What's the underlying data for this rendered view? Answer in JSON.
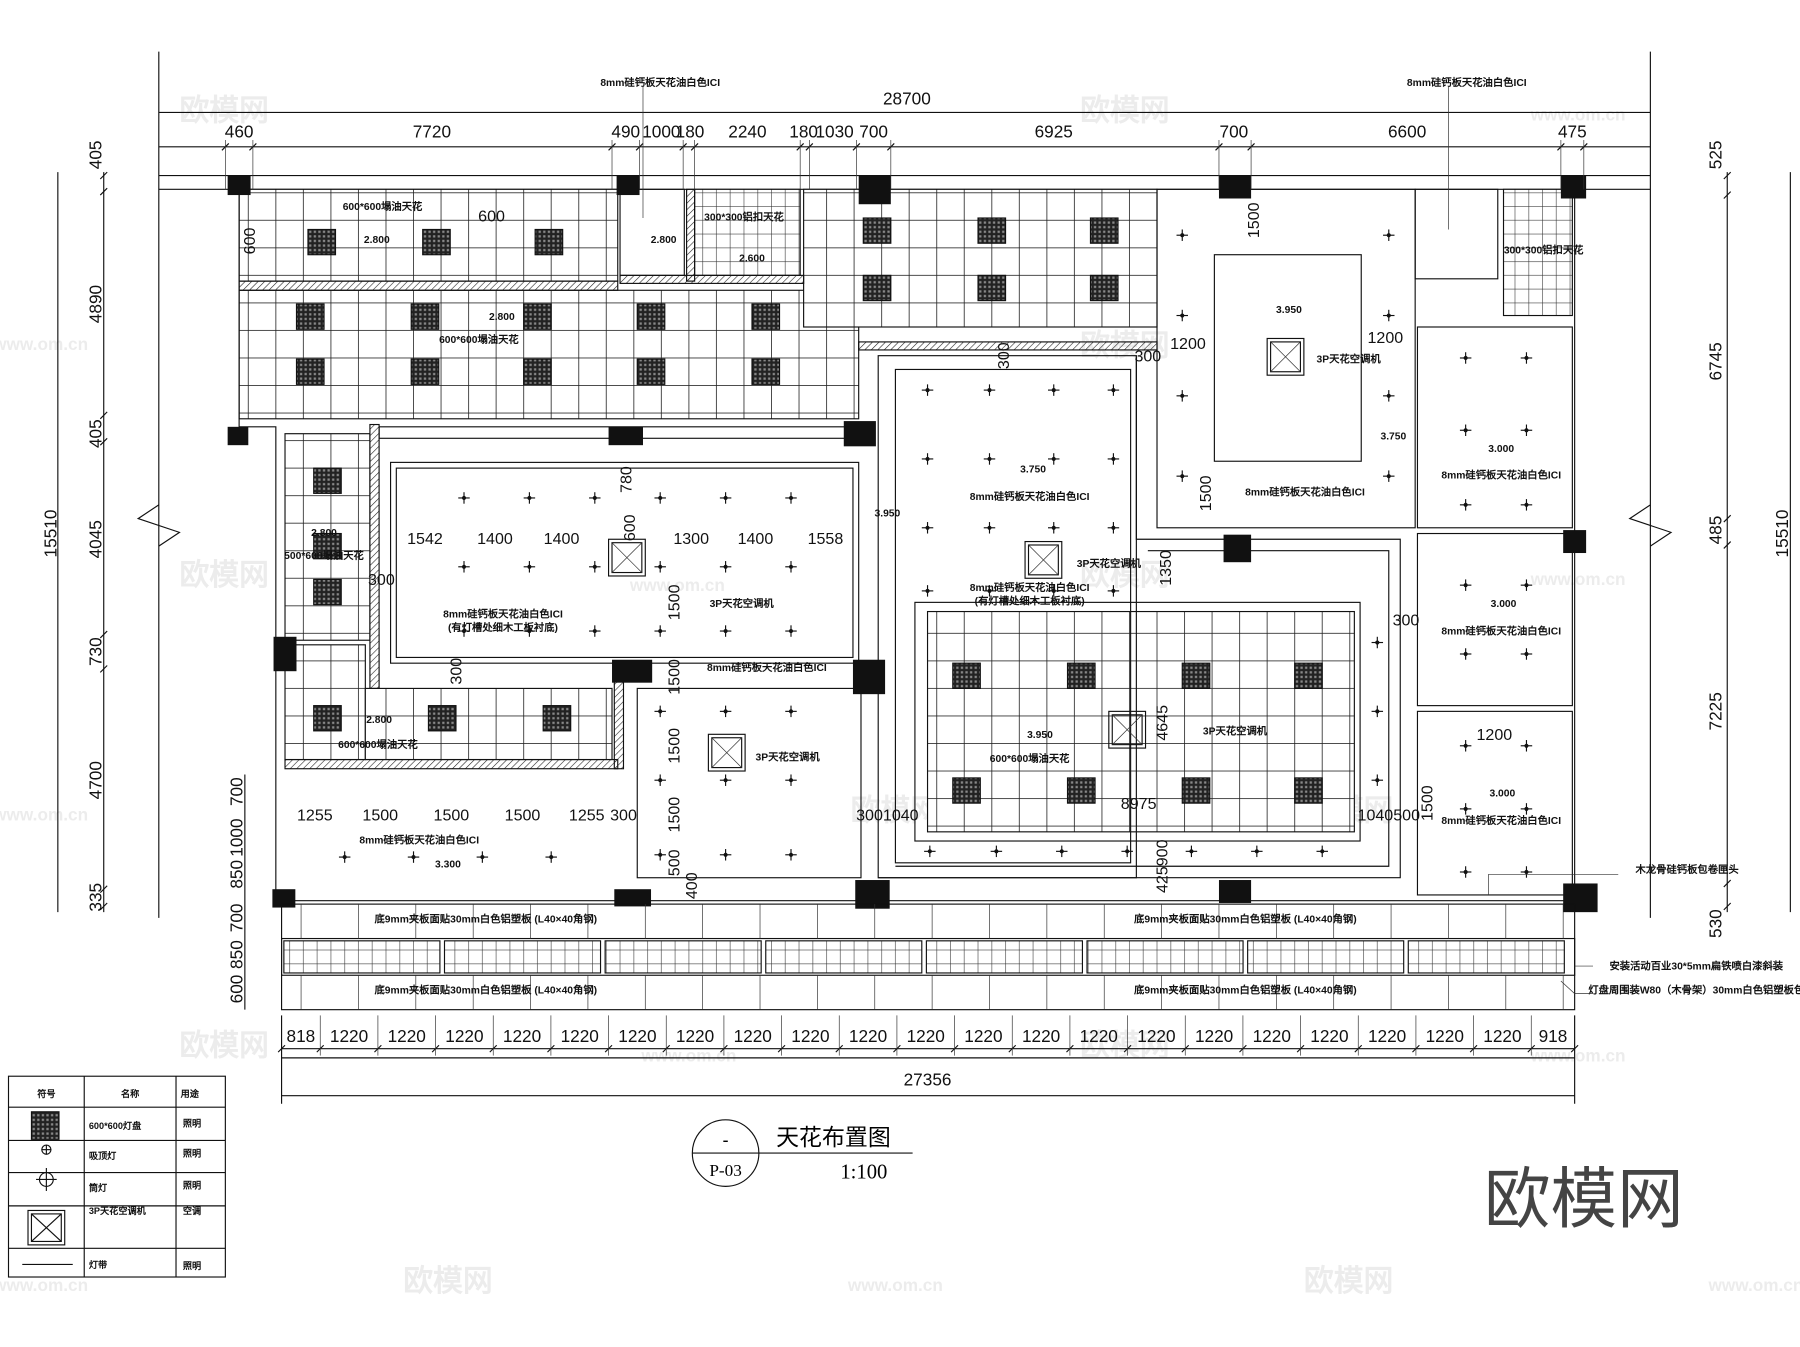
{
  "title": {
    "circle_top": "-",
    "circle_bottom": "P-03",
    "name": "天花布置图",
    "scale": "1:100"
  },
  "overall_dims": {
    "top": "28700",
    "bottom": "27356",
    "left": "15510",
    "right": "15510"
  },
  "top_dims": [
    "460",
    "7720",
    "490",
    "1000",
    "180",
    "2240",
    "180",
    "1030",
    "700",
    "6925",
    "700",
    "6600",
    "475"
  ],
  "left_dims": [
    "405",
    "4890",
    "405",
    "4045",
    "730",
    "4700",
    "335"
  ],
  "left_inner_dims": [
    "700",
    "1000",
    "850",
    "700",
    "850",
    "600"
  ],
  "right_dims": [
    "525",
    "6745",
    "485",
    "7225",
    "530"
  ],
  "bottom_dims": [
    "818",
    "1220",
    "1220",
    "1220",
    "1220",
    "1220",
    "1220",
    "1220",
    "1220",
    "1220",
    "1220",
    "1220",
    "1220",
    "1220",
    "1220",
    "1220",
    "1220",
    "1220",
    "1220",
    "1220",
    "1220",
    "1220",
    "918"
  ],
  "plan_labels": [
    "8mm硅钙板天花油白色ICI",
    "8mm硅钙板天花油白色ICI",
    "600*600塌油天花",
    "600",
    "600",
    "2.800",
    "2.800",
    "300*300铝扣天花",
    "2.600",
    "2.800",
    "600*600塌油天花",
    "3.950",
    "3P天花空调机",
    "1200",
    "1200",
    "1500",
    "3.750",
    "8mm硅钙板天花油白色ICI",
    "1500",
    "300*300铝扣天花",
    "3.000",
    "8mm硅钙板天花油白色ICI",
    "3.750",
    "8mm硅钙板天花油白色ICI",
    "3.950",
    "780",
    "1542",
    "1400",
    "1400",
    "600",
    "1300",
    "1400",
    "1558",
    "3P天花空调机",
    "3P天花空调机",
    "1500",
    "8mm硅钙板天花油白色ICI",
    "(有灯槽处细木工板衬底)",
    "8mm硅钙板天花油白色ICI",
    "(有灯槽处细木工板衬底)",
    "300",
    "2.800",
    "500*600塌油天花",
    "1350",
    "300",
    "3.000",
    "8mm硅钙板天花油白色ICI",
    "8mm硅钙板天花油白色ICI",
    "1500",
    "1500",
    "1500",
    "500",
    "400",
    "3P天花空调机",
    "3P天花空调机",
    "4645",
    "3.950",
    "600*600塌油天花",
    "8975",
    "3001040",
    "1040500",
    "2.800",
    "600*600塌油天花",
    "1200",
    "1500",
    "3.000",
    "8mm硅钙板天花油白色ICI",
    "1255",
    "1500",
    "1500",
    "1500",
    "1255",
    "300",
    "8mm硅钙板天花油白色ICI",
    "3.300",
    "425900",
    "300",
    "300",
    "300"
  ],
  "band_labels": [
    "底9mm夹板面贴30mm白色铝塑板 (L40×40角钢)",
    "底9mm夹板面贴30mm白色铝塑板 (L40×40角钢)",
    "底9mm夹板面贴30mm白色铝塑板 (L40×40角钢)",
    "底9mm夹板面贴30mm白色铝塑板 (L40×40角钢)"
  ],
  "notes": [
    "木龙骨硅钙板包卷匣头",
    "安装活动百业30*5mm扁铁喷白漆斜装",
    "灯盘周围装W80（木骨架）30mm白色铝塑板包"
  ],
  "legend": {
    "headers": [
      "符号",
      "名称",
      "用途"
    ],
    "rows": [
      {
        "icon": "grid-light-panel-icon",
        "name": "600*600灯盘",
        "use": "照明"
      },
      {
        "icon": "ceiling-light-icon",
        "name": "吸顶灯",
        "use": "照明"
      },
      {
        "icon": "downlight-icon",
        "name": "筒灯",
        "use": "照明"
      },
      {
        "icon": "ac-unit-icon",
        "name": "3P天花空调机",
        "use": "空调"
      },
      {
        "icon": "light-strip-icon",
        "name": "灯带",
        "use": "照明"
      }
    ]
  },
  "watermark": {
    "brand": "欧模网",
    "url": "www.om.cn"
  }
}
